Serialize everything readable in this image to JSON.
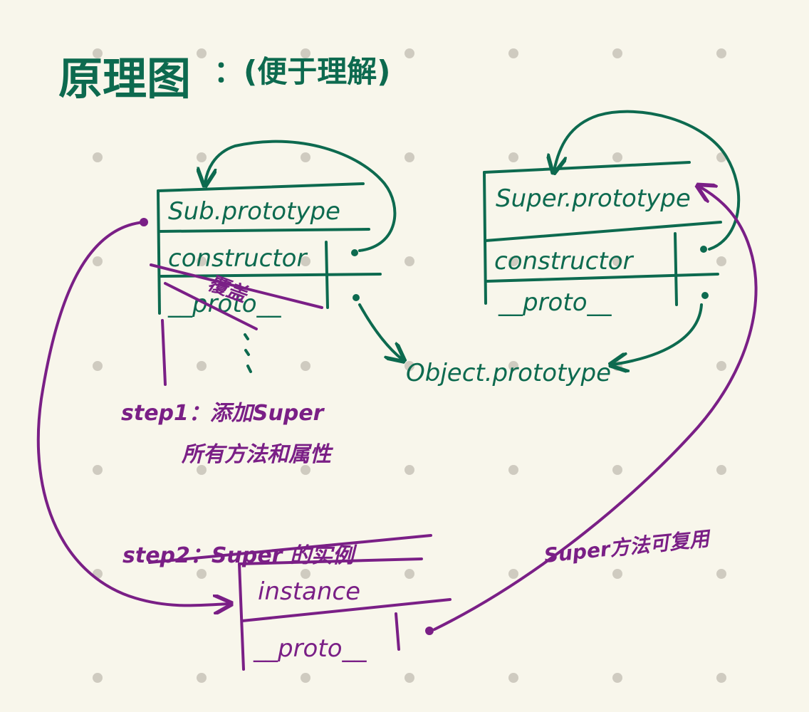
{
  "title": "原理图",
  "title_suffix": "：(便于理解)",
  "colors": {
    "background": "#f8f6eb",
    "dot": "#cfcbc0",
    "green_ink": "#0d6a4f",
    "purple_ink": "#7a1f86"
  },
  "sub_box": {
    "title": "Sub.prototype",
    "row_constructor": "constructor",
    "row_proto": "__proto__",
    "overwrite_note": "覆盖"
  },
  "super_box": {
    "title": "Super.prototype",
    "row_constructor": "constructor",
    "row_proto": "__proto__"
  },
  "object_prototype": "Object.prototype",
  "step1": {
    "line1": "step1：添加Super",
    "line2": "所有方法和属性"
  },
  "step2": {
    "label": "step2：Super 的实例"
  },
  "instance_box": {
    "title": "instance",
    "row_proto": "__proto__"
  },
  "reuse_note": "Super方法可复用"
}
